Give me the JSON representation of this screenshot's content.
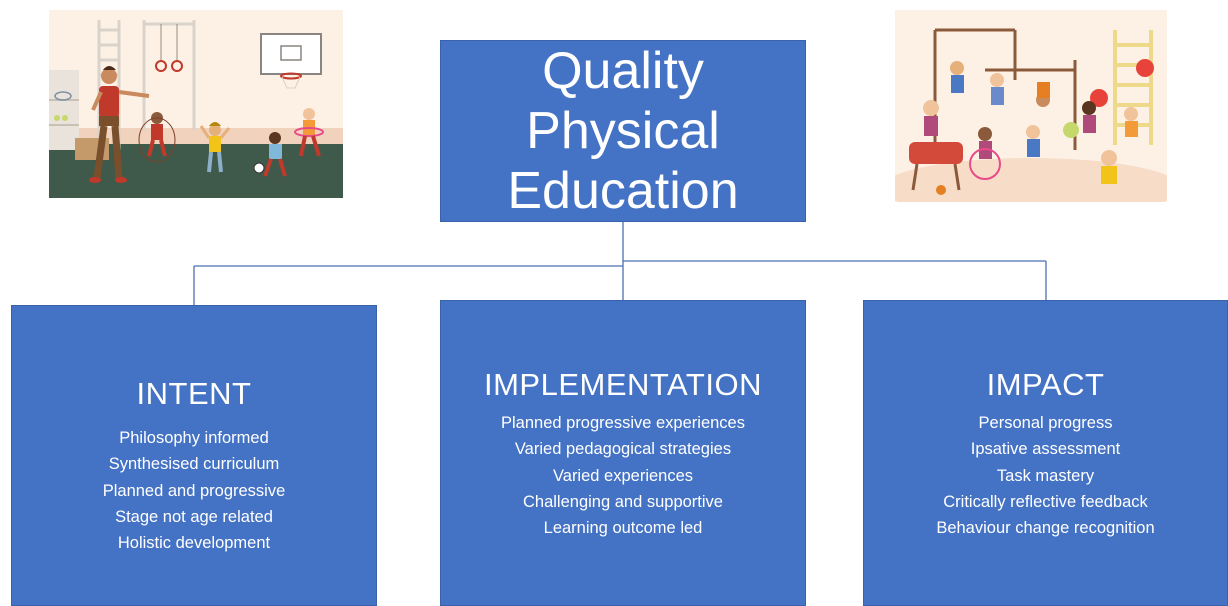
{
  "title": "Quality Physical\nEducation",
  "columns": [
    {
      "heading": "INTENT",
      "items": [
        "Philosophy informed",
        "Synthesised curriculum",
        "Planned and progressive",
        "Stage not age related",
        "Holistic development"
      ]
    },
    {
      "heading": "IMPLEMENTATION",
      "items": [
        "Planned progressive experiences",
        "Varied pedagogical strategies",
        "Varied experiences",
        "Challenging and supportive",
        "Learning outcome led"
      ]
    },
    {
      "heading": "IMPACT",
      "items": [
        "Personal progress",
        "Ipsative assessment",
        "Task mastery",
        "Critically reflective feedback",
        "Behaviour change recognition"
      ]
    }
  ],
  "colors": {
    "box_fill": "#4472c4",
    "connector": "#4472c4",
    "text": "#ffffff"
  },
  "illustrations": [
    "gym-class-illustration",
    "playground-children-illustration"
  ]
}
